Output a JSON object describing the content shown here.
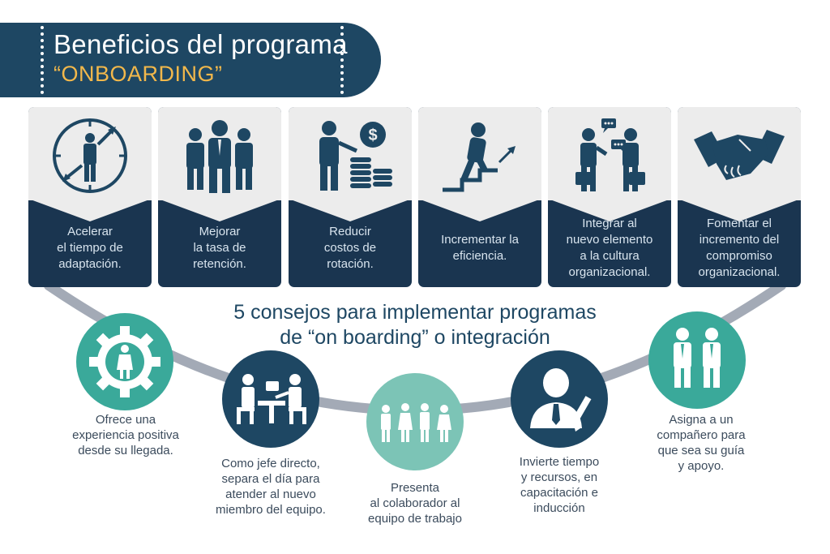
{
  "header": {
    "title": "Beneficios del programa",
    "subtitle": "“ONBOARDING”"
  },
  "benefits": [
    {
      "label": "Acelerar\nel tiempo de\nadaptación.",
      "icon": "clock-person-icon"
    },
    {
      "label": "Mejorar\nla tasa de\nretención.",
      "icon": "team-icon"
    },
    {
      "label": "Reducir\ncostos de\nrotación.",
      "icon": "money-coins-icon"
    },
    {
      "label": "Incrementar la\neficiencia.",
      "icon": "stairs-climb-icon"
    },
    {
      "label": "Integrar al\nnuevo elemento\na la cultura\norganizacional.",
      "icon": "conversation-icon"
    },
    {
      "label": "Fomentar el\nincremento del\ncompromiso\norganizacional.",
      "icon": "handshake-icon"
    }
  ],
  "tips_title": "5 consejos para implementar programas\nde “on boarding” o integración",
  "tips": [
    {
      "text": "Ofrece una\nexperiencia positiva\ndesde su llegada.",
      "icon": "gear-person-icon",
      "color": "#3aa99a"
    },
    {
      "text": "Como jefe directo,\nsepara el día para\natender al nuevo\nmiembro del equipo.",
      "icon": "meeting-icon",
      "color": "#1e4763"
    },
    {
      "text": "Presenta\nal colaborador al\nequipo de trabajo",
      "icon": "group-icon",
      "color": "#7cc4b6"
    },
    {
      "text": "Invierte tiempo\ny recursos, en\ncapacitación e\ninducción",
      "icon": "employee-pencil-icon",
      "color": "#1e4763"
    },
    {
      "text": "Asigna a un\ncompañero para\nque sea su guía\ny apoyo.",
      "icon": "buddy-pair-icon",
      "color": "#3aa99a"
    }
  ],
  "colors": {
    "navy": "#1e4763",
    "dark_card": "#1a3550",
    "teal": "#3aa99a",
    "light_teal": "#7cc4b6",
    "accent": "#f2b84b",
    "arc": "#a3aab6"
  }
}
